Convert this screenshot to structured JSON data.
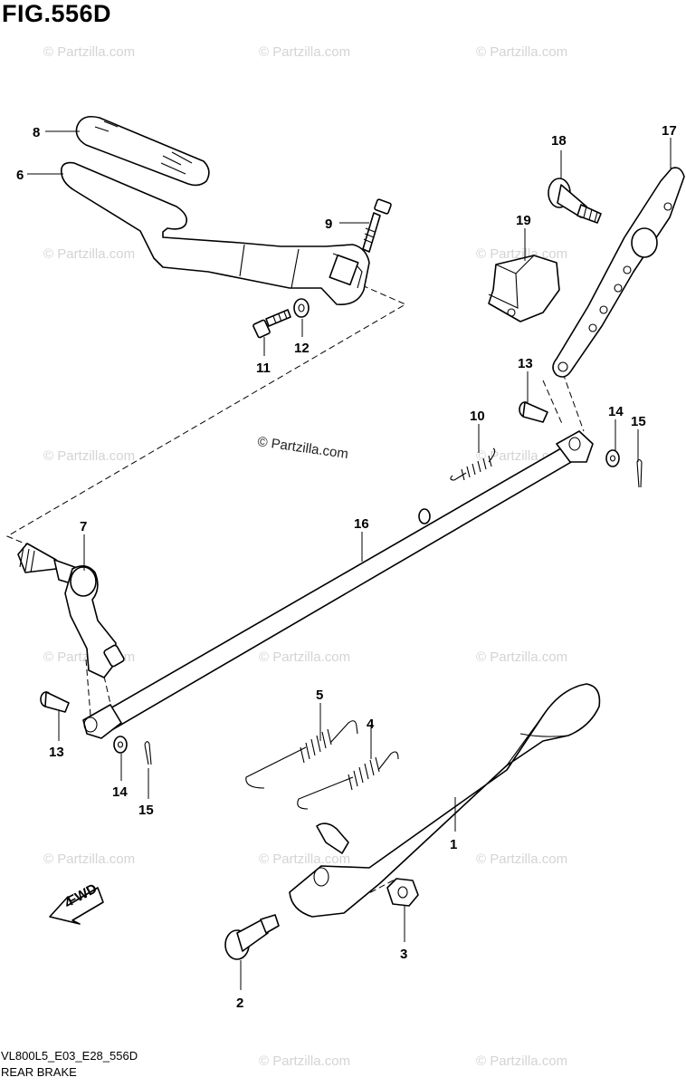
{
  "title": "FIG.556D",
  "watermark": "© Partzilla.com",
  "copyright": "© Partzilla.com",
  "fwd_label": "FWD",
  "footer": {
    "code": "VL800L5_E03_E28_556D",
    "description": "REAR BRAKE"
  },
  "callouts": [
    {
      "id": "c1",
      "label": "1"
    },
    {
      "id": "c2",
      "label": "2"
    },
    {
      "id": "c3",
      "label": "3"
    },
    {
      "id": "c4",
      "label": "4"
    },
    {
      "id": "c5",
      "label": "5"
    },
    {
      "id": "c6",
      "label": "6"
    },
    {
      "id": "c7",
      "label": "7"
    },
    {
      "id": "c8",
      "label": "8"
    },
    {
      "id": "c9",
      "label": "9"
    },
    {
      "id": "c10",
      "label": "10"
    },
    {
      "id": "c11",
      "label": "11"
    },
    {
      "id": "c12",
      "label": "12"
    },
    {
      "id": "c13a",
      "label": "13"
    },
    {
      "id": "c13b",
      "label": "13"
    },
    {
      "id": "c14a",
      "label": "14"
    },
    {
      "id": "c14b",
      "label": "14"
    },
    {
      "id": "c15a",
      "label": "15"
    },
    {
      "id": "c15b",
      "label": "15"
    },
    {
      "id": "c16",
      "label": "16"
    },
    {
      "id": "c17",
      "label": "17"
    },
    {
      "id": "c18",
      "label": "18"
    },
    {
      "id": "c19",
      "label": "19"
    }
  ]
}
